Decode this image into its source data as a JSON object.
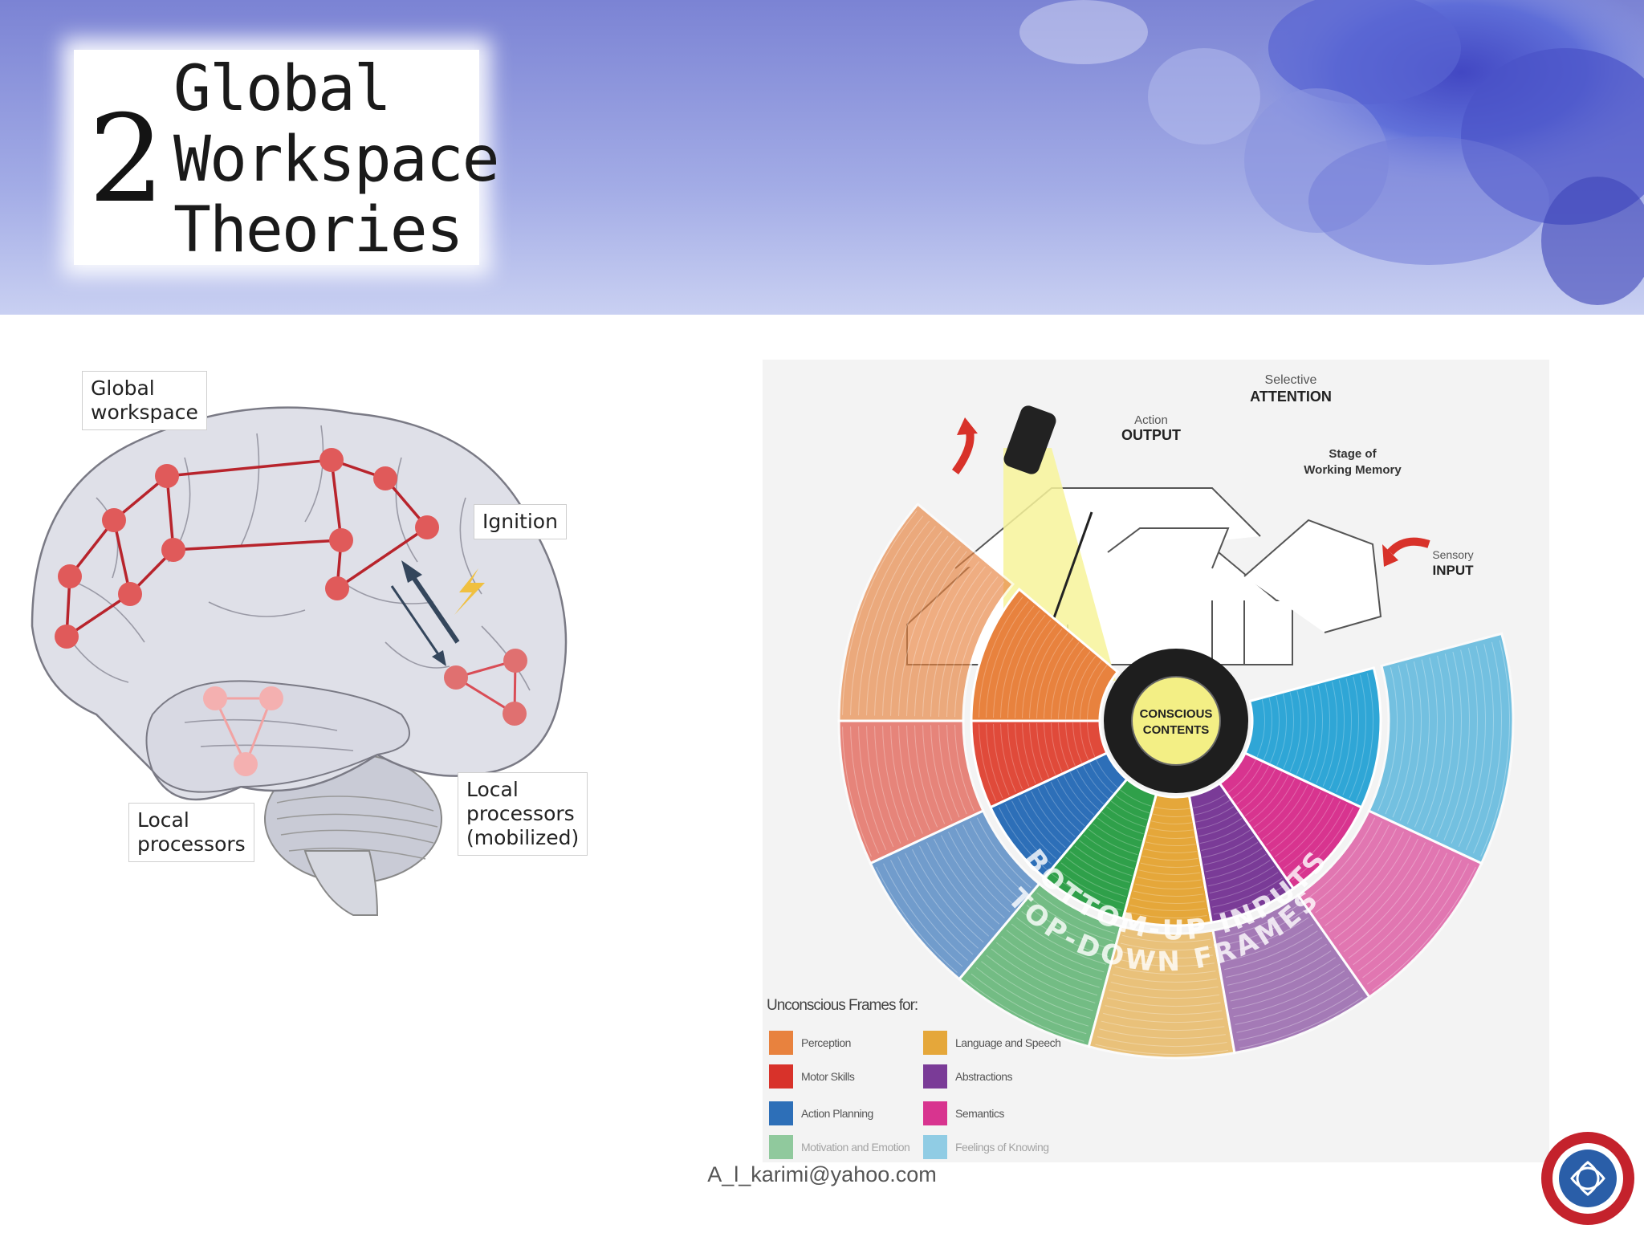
{
  "slide": {
    "title_number": "2",
    "title_lines": [
      "Global",
      "Workspace",
      "Theories"
    ],
    "footer_email": "A_l_karimi@yahoo.com"
  },
  "brain_figure": {
    "labels": {
      "global_workspace": "Global\nworkspace",
      "ignition": "Ignition",
      "local_processors": "Local\nprocessors",
      "local_processors_mobilized": "Local\nprocessors\n(mobilized)"
    }
  },
  "theater_figure": {
    "selective": "Selective",
    "attention": "ATTENTION",
    "action": "Action",
    "output": "OUTPUT",
    "stage_of": "Stage of",
    "working_memory": "Working Memory",
    "sensory": "Sensory",
    "input": "INPUT",
    "conscious": "CONSCIOUS",
    "contents": "CONTENTS",
    "bottom_up": "BOTTOM-UP INPUTS",
    "top_down": "TOP-DOWN FRAMES",
    "legend_title": "Unconscious Frames for:",
    "legend": [
      {
        "label": "Perception",
        "color": "#e8823e"
      },
      {
        "label": "Motor Skills",
        "color": "#d8322a"
      },
      {
        "label": "Action Planning",
        "color": "#2d6fb8"
      },
      {
        "label": "Motivation and Emotion",
        "color": "#2fa04a"
      },
      {
        "label": "Language and Speech",
        "color": "#e5a73a"
      },
      {
        "label": "Abstractions",
        "color": "#7a3b97"
      },
      {
        "label": "Semantics",
        "color": "#d8348f"
      },
      {
        "label": "Feelings of Knowing",
        "color": "#2fa6d6"
      }
    ]
  },
  "colors": {
    "banner_start": "#7c86d6",
    "banner_end": "#c4ccf0",
    "node_red": "#e05a5a",
    "edge_red": "#b8242c"
  }
}
